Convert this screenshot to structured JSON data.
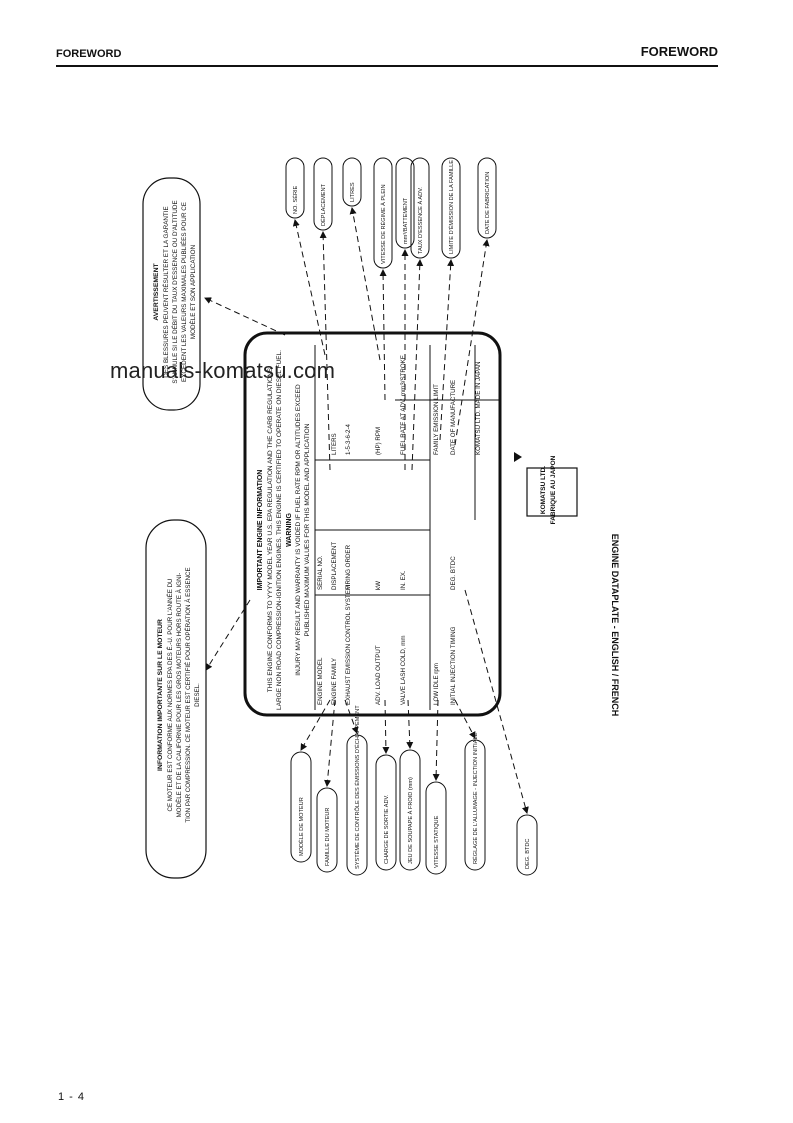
{
  "header": {
    "left": "FOREWORD",
    "right": "FOREWORD"
  },
  "footer": {
    "page": "1 - 4"
  },
  "watermark": "manuals-komatsu.com",
  "figure": {
    "title": "ENGINE DATAPLATE - ENGLISH / FRENCH",
    "plate": {
      "heading": "IMPORTANT ENGINE INFORMATION",
      "conform": [
        "THIS ENGINE CONFORMS TO YYYY MODEL YEAR U.S. EPA REGULATION AND THE CARB REGULATIONS",
        "LARGE NON ROAD COMPRESSION-IGNITION ENGINES. THIS ENGINE IS CERTIFIED TO OPERATE ON DIESEL FUEL."
      ],
      "warning_title": "WARNING",
      "warning": [
        "INJURY MAY RESULT AND WARRANTY IS VOIDED IF FUEL RATE RPM OR ALTITUDES EXCEED",
        "PUBLISHED MAXIMUM VALUES FOR THIS MODEL AND APPLICATION"
      ],
      "rows": [
        {
          "a": "ENGINE MODEL",
          "b": "SERIAL NO.",
          "c": ""
        },
        {
          "a": "ENGINE FAMILY",
          "b": "DISPLACEMENT",
          "c": "LITERS"
        },
        {
          "a": "EXHAUST EMISSION CONTROL SYSTEM",
          "b": "FIRING ORDER",
          "c": "1-5-3-6-2-4"
        },
        {
          "a": "ADV. LOAD OUTPUT",
          "b": "kW",
          "c": "(HP)      RPM"
        },
        {
          "a": "VALVE LASH COLD, mm",
          "b": "IN.    EX.",
          "c": "FUEL RATE AT ADV.    mm3/STROKE"
        },
        {
          "a": "LOW IDLE rpm",
          "b": "",
          "c": "FAMILY EMISSION LIMIT"
        },
        {
          "a": "INITIAL INJECTION TIMING",
          "b": "DEG. BTDC",
          "c": "DATE OF MANUFACTURE"
        },
        {
          "a": "",
          "b": "",
          "c": "KOMATSU LTD. MADE IN JAPAN"
        }
      ]
    },
    "center_box": [
      "KOMATSU LTD.",
      "FABRIQUE AU JAPON"
    ],
    "avert_box": {
      "title": "AVERTISSEMENT",
      "lines": [
        "DES BLESSURES PEUVENT RÉSULTER ET LA GARANTIE",
        "S'ANNULE SI LE DÉBIT DU TAUX D'ESSENCE OU D'ALTITUDE",
        "EXCÈDENT LES VALEURS MAXIMALES PUBLIÉES POUR CE",
        "MODÈLE ET SON APPLICATION"
      ]
    },
    "info_box": {
      "title": "INFORMATION IMPORTANTE SUR LE MOTEUR",
      "lines": [
        "CE MOTEUR EST CONFORME AUX NORMES EPA DES É.-U. POUR L'ANNÉE DU",
        "MODÈLE ET DE LA CALIFORNIE POUR LES GROS MOTEURS HORS ROUTE À IGNI-",
        "TION PAR COMPRESSION. CE MOTEUR EST CERTIFIÉ POUR OPÉRATION À ESSENCE",
        "DIESEL."
      ]
    },
    "top_labels": [
      "NO. SÉRIE",
      "DÉPLACEMENT",
      "LITRES",
      "VITESSE DE RÉGIME À PLEIN",
      "mm³/BATTEMENT",
      "TAUX D'ESSENCE À ADV.",
      "LIMITE D'ÉMISSION DE LA FAMILLE",
      "DATE DE FABRICATION"
    ],
    "bottom_labels": [
      "MODÈLE DE MOTEUR",
      "FAMILLE DU MOTEUR",
      "SYSTÈME DE CONTRÔLE DES ÉMISSIONS D'ÉCHAPPEMENT",
      "CHARGE DE SORTIE ADV.",
      "JEU DE SOUPAPE À FROID (mm)",
      "VITESSE STATIQUE",
      "RÉGLAGE DE L'ALLUMAGE - INJECTION INITIALE",
      "DEG. BTDC"
    ]
  }
}
